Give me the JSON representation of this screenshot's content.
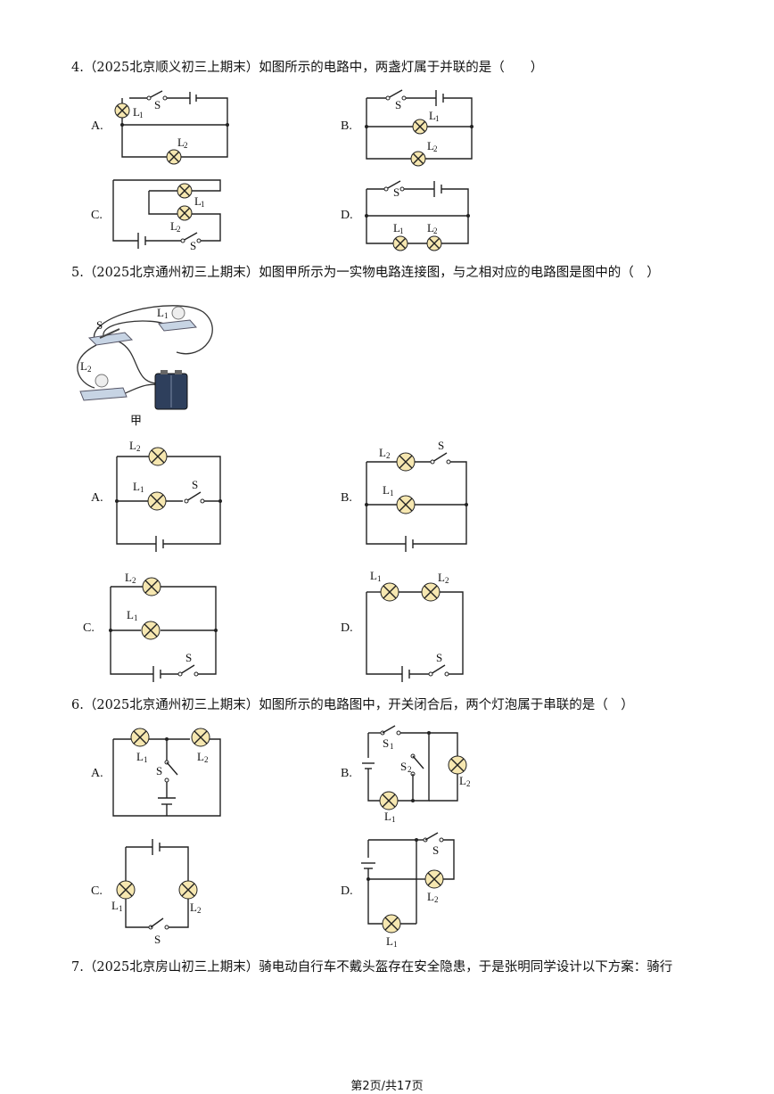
{
  "questions": [
    {
      "number": "4.",
      "source": "（2025北京顺义初三上期末）",
      "text": "如图所示的电路中，两盏灯属于并联的是（　　）"
    },
    {
      "number": "5.",
      "source": "（2025北京通州初三上期末）",
      "text": "如图甲所示为一实物电路连接图，与之相对应的电路图是图中的（　）"
    },
    {
      "number": "6.",
      "source": "（2025北京通州初三上期末）",
      "text": "如图所示的电路图中，开关闭合后，两个灯泡属于串联的是（　）"
    },
    {
      "number": "7.",
      "source": "（2025北京房山初三上期末）",
      "text": "骑电动自行车不戴头盔存在安全隐患，于是张明同学设计以下方案：骑行"
    }
  ],
  "options": {
    "a": "A.",
    "b": "B.",
    "c": "C.",
    "d": "D."
  },
  "labels": {
    "L": "L",
    "S": "S",
    "s1": "1",
    "s2": "2"
  },
  "figure_caption": "甲",
  "footer": "第2页/共17页"
}
